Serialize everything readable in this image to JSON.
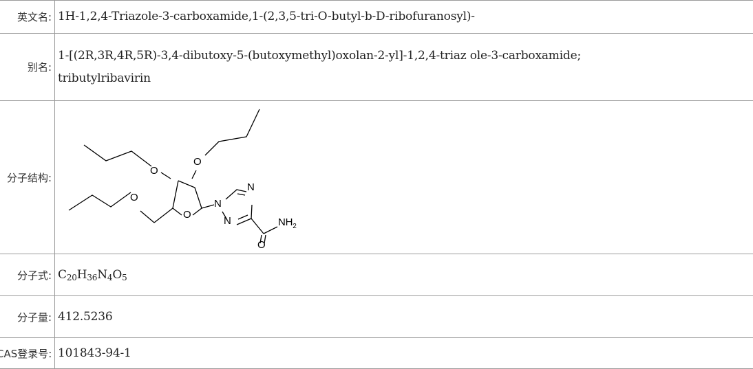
{
  "rows": {
    "english_name": {
      "label": "英文名:",
      "value": "1H-1,2,4-Triazole-3-carboxamide,1-(2,3,5-tri-O-butyl-b-D-ribofuranosyl)-"
    },
    "synonyms": {
      "label": "别名:",
      "lines": [
        "1-[(2R,3R,4R,5R)-3,4-dibutoxy-5-(butoxymethyl)oxolan-2-yl]-1,2,4-triaz ole-3-carboxamide;",
        "tributylribavirin"
      ]
    },
    "structure": {
      "label": "分子结构:",
      "atoms": {
        "o_top": "O",
        "o_mid": "O",
        "o_left": "O",
        "o_ring": "O",
        "n1": "N",
        "n_top": "N",
        "n_bottom": "N",
        "nh2": "NH",
        "nh2_sub": "2",
        "o_carbonyl": "O"
      }
    },
    "formula": {
      "label": "分子式:",
      "parts": [
        {
          "el": "C",
          "n": "20"
        },
        {
          "el": "H",
          "n": "36"
        },
        {
          "el": "N",
          "n": "4"
        },
        {
          "el": "O",
          "n": "5"
        }
      ]
    },
    "molecular_weight": {
      "label": "分子量:",
      "value": "412.5236"
    },
    "cas": {
      "label": "CAS登录号:",
      "value": "101843-94-1"
    }
  }
}
